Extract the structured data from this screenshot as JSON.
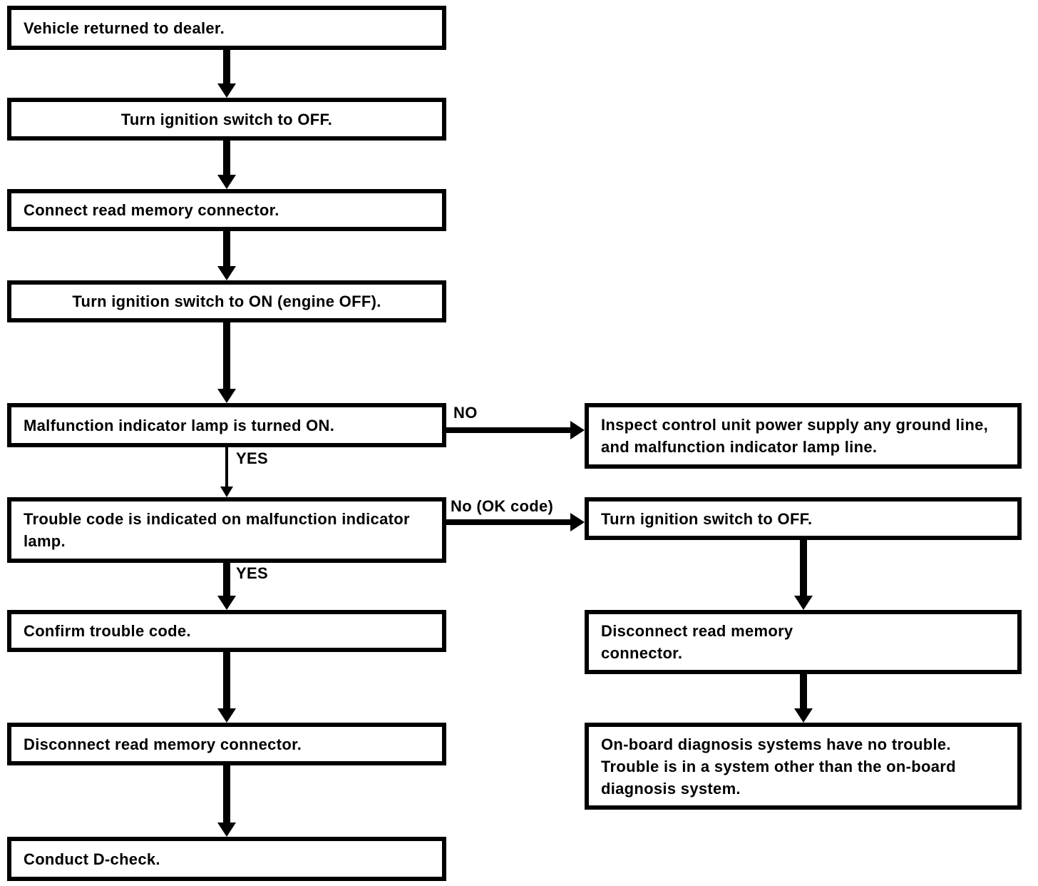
{
  "colors": {
    "ink": "#000000",
    "background": "#ffffff"
  },
  "flowchart": {
    "nodes": [
      {
        "id": "vehicle-returned-to-dealer",
        "label": "Vehicle returned to dealer."
      },
      {
        "id": "turn-ignition-switch-off",
        "label": "Turn ignition switch to OFF."
      },
      {
        "id": "connect-read-memory-connector",
        "label": "Connect read memory connector."
      },
      {
        "id": "turn-ignition-switch-on",
        "label": "Turn ignition switch to ON (engine OFF)."
      },
      {
        "id": "malfunction-indicator-lamp-on",
        "label": "Malfunction indicator lamp is turned ON."
      },
      {
        "id": "trouble-code-indicated",
        "label": "Trouble code is indicated on malfunction indicator\nlamp."
      },
      {
        "id": "confirm-trouble-code",
        "label": "Confirm trouble code."
      },
      {
        "id": "disconnect-read-memory-connector",
        "label": "Disconnect read memory connector."
      },
      {
        "id": "conduct-d-check",
        "label": "Conduct D-check."
      },
      {
        "id": "inspect-control-unit-lines",
        "label": "Inspect control unit power supply any ground line,\nand malfunction indicator lamp line."
      },
      {
        "id": "turn-ignition-switch-off-2",
        "label": "Turn ignition switch to OFF."
      },
      {
        "id": "disconnect-read-memory-connector-2",
        "label": "Disconnect read memory\nconnector."
      },
      {
        "id": "onboard-diagnosis-no-trouble",
        "label": "On-board diagnosis systems have no trouble.\nTrouble is in a system other than the on-board\ndiagnosis system."
      }
    ],
    "edges": [
      {
        "from": "vehicle-returned-to-dealer",
        "to": "turn-ignition-switch-off",
        "label": ""
      },
      {
        "from": "turn-ignition-switch-off",
        "to": "connect-read-memory-connector",
        "label": ""
      },
      {
        "from": "connect-read-memory-connector",
        "to": "turn-ignition-switch-on",
        "label": ""
      },
      {
        "from": "turn-ignition-switch-on",
        "to": "malfunction-indicator-lamp-on",
        "label": ""
      },
      {
        "from": "malfunction-indicator-lamp-on",
        "to": "trouble-code-indicated",
        "label": "YES"
      },
      {
        "from": "malfunction-indicator-lamp-on",
        "to": "inspect-control-unit-lines",
        "label": "NO"
      },
      {
        "from": "trouble-code-indicated",
        "to": "confirm-trouble-code",
        "label": "YES"
      },
      {
        "from": "trouble-code-indicated",
        "to": "turn-ignition-switch-off-2",
        "label": "No (OK code)"
      },
      {
        "from": "confirm-trouble-code",
        "to": "disconnect-read-memory-connector",
        "label": ""
      },
      {
        "from": "disconnect-read-memory-connector",
        "to": "conduct-d-check",
        "label": ""
      },
      {
        "from": "turn-ignition-switch-off-2",
        "to": "disconnect-read-memory-connector-2",
        "label": ""
      },
      {
        "from": "disconnect-read-memory-connector-2",
        "to": "onboard-diagnosis-no-trouble",
        "label": ""
      }
    ]
  }
}
